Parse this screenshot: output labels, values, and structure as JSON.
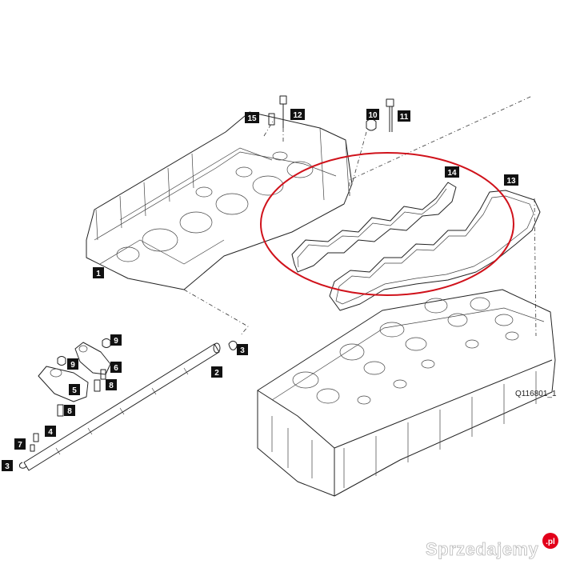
{
  "figure": {
    "reference_code": "Q116801_1",
    "highlight_color": "#d0121b",
    "line_color": "#222222"
  },
  "callouts": [
    "1",
    "2",
    "3",
    "3",
    "4",
    "5",
    "6",
    "7",
    "8",
    "8",
    "9",
    "9",
    "10",
    "11",
    "12",
    "13",
    "14",
    "15"
  ],
  "watermark": {
    "text": "Sprzedajemy",
    "badge": ".pl",
    "badge_color": "#e2001a"
  }
}
